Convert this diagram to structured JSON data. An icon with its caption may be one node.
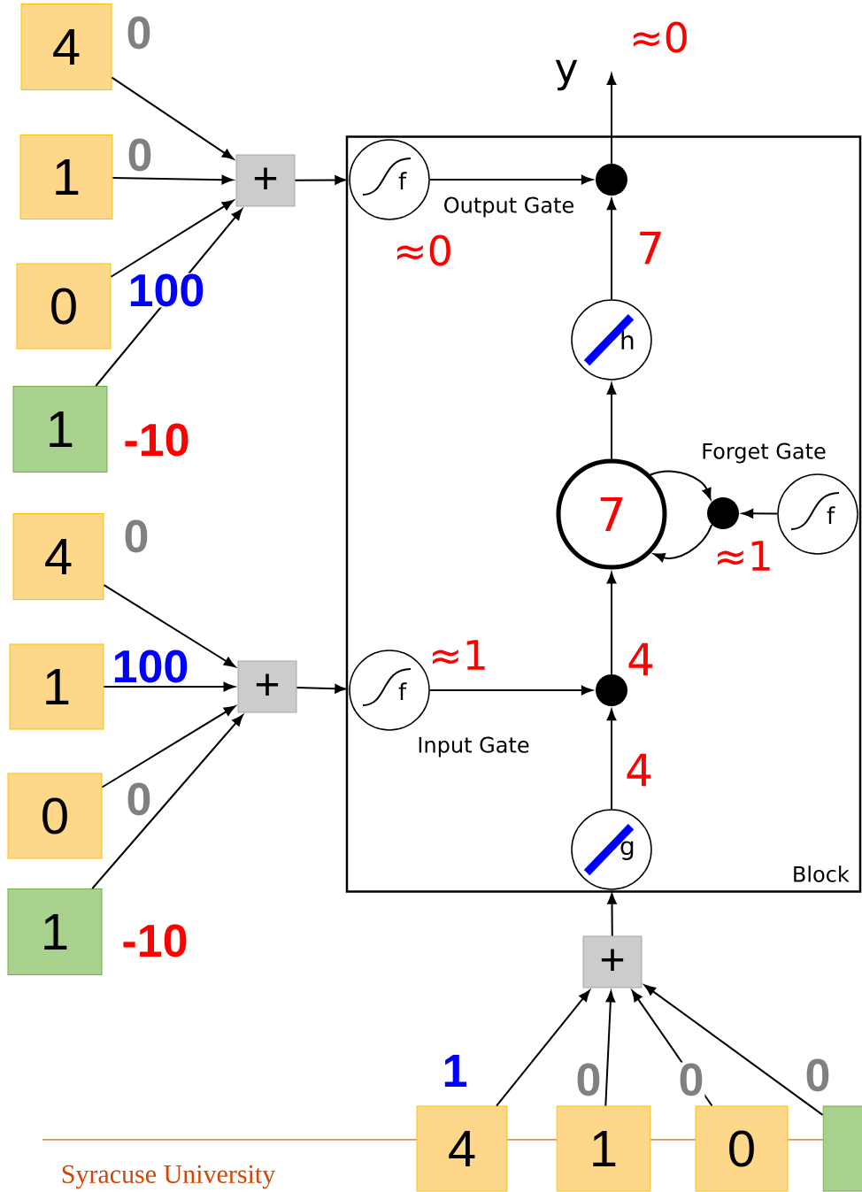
{
  "diagram": {
    "nodes": [
      {
        "text": [
          "Block"
        ]
      },
      {
        "text": [
          "4"
        ]
      },
      {
        "text": [
          "1"
        ]
      },
      {
        "text": [
          "0"
        ]
      },
      {
        "text": [
          "1"
        ]
      },
      {
        "text": [
          "+"
        ]
      },
      {
        "text": [
          "4"
        ]
      },
      {
        "text": [
          "1"
        ]
      },
      {
        "text": [
          "0"
        ]
      },
      {
        "text": [
          "1"
        ]
      },
      {
        "text": [
          "+"
        ]
      },
      {
        "text": [
          "4"
        ]
      },
      {
        "text": [
          "1"
        ]
      },
      {
        "text": [
          "0"
        ]
      },
      {
        "text": [],
        "shape": "box"
      },
      {
        "text": [
          "+"
        ]
      },
      {
        "text": [
          "f"
        ],
        "beside": [
          "Output Gate"
        ],
        "in": 0
      },
      {
        "text": [],
        "shape": "circle",
        "in": 0
      },
      {
        "text": [
          "h"
        ],
        "in": 0
      },
      {
        "text": [
          "7"
        ],
        "in": 0
      },
      {
        "text": [],
        "shape": "circle",
        "in": 0
      },
      {
        "text": [
          "f"
        ],
        "beside": [
          "Forget Gate"
        ],
        "in": 0
      },
      {
        "text": [],
        "shape": "circle",
        "in": 0
      },
      {
        "text": [
          "f"
        ],
        "beside": [
          "Input Gate"
        ],
        "in": 0
      },
      {
        "text": [
          "g"
        ],
        "in": 0
      }
    ],
    "edges": [
      {
        "from": 1,
        "to": 5,
        "arrow": "to",
        "label": "0"
      },
      {
        "from": 2,
        "to": 5,
        "arrow": "to",
        "label": "0"
      },
      {
        "from": 3,
        "to": 5,
        "arrow": "to",
        "label": "100"
      },
      {
        "from": 4,
        "to": 5,
        "arrow": "to",
        "label": "-10"
      },
      {
        "from": 5,
        "to": 16,
        "arrow": "to"
      },
      {
        "from": 6,
        "to": 10,
        "arrow": "to",
        "label": "0"
      },
      {
        "from": 7,
        "to": 10,
        "arrow": "to",
        "label": "100"
      },
      {
        "from": 8,
        "to": 10,
        "arrow": "to",
        "label": "0"
      },
      {
        "from": 9,
        "to": 10,
        "arrow": "to",
        "label": "-10"
      },
      {
        "from": 10,
        "to": 23,
        "arrow": "to"
      },
      {
        "from": 11,
        "to": 15,
        "arrow": "to",
        "label": "1"
      },
      {
        "from": 12,
        "to": 15,
        "arrow": "to",
        "label": "0"
      },
      {
        "from": 13,
        "to": 15,
        "arrow": "to",
        "label": "0"
      },
      {
        "from": 14,
        "to": 15,
        "arrow": "to",
        "label": "0"
      },
      {
        "from": 15,
        "to": 24,
        "arrow": "to"
      },
      {
        "from": 24,
        "to": 22,
        "arrow": "to",
        "label": "4"
      },
      {
        "from": 23,
        "to": 22,
        "arrow": "to",
        "label": "≈1"
      },
      {
        "from": 22,
        "to": 19,
        "arrow": "to",
        "label": "4"
      },
      {
        "from": 19,
        "to": 18,
        "arrow": "to"
      },
      {
        "from": 18,
        "to": 17,
        "arrow": "to",
        "label": "7"
      },
      {
        "from": 16,
        "to": 17,
        "arrow": "to",
        "label": "≈0"
      },
      {
        "from": 17,
        "to": null,
        "arrow": "to",
        "label": "y"
      },
      {
        "from": 21,
        "to": 20,
        "arrow": "to",
        "label": "≈1"
      },
      {
        "from": 19,
        "to": 20,
        "arrow": "to"
      },
      {
        "from": 20,
        "to": 19,
        "arrow": "to"
      }
    ],
    "labels": [
      "≈0",
      "Syracuse University"
    ]
  }
}
